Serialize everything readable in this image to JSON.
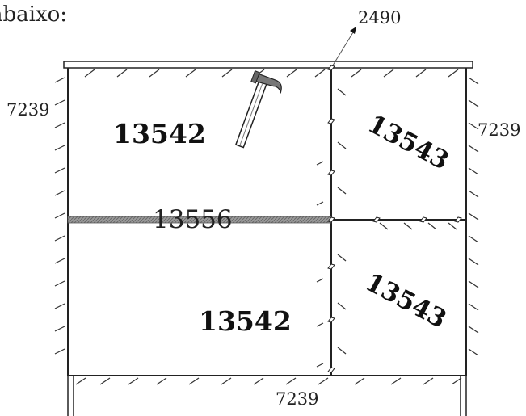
{
  "caption": "abaixo:",
  "labels": {
    "ref_top": "2490",
    "ref_left": "7239",
    "ref_right": "7239",
    "ref_bottom": "7239",
    "panel_top_left": "13542",
    "panel_top_right": "13543",
    "beam_middle": "13556",
    "panel_bottom_left": "13542",
    "panel_bottom_right": "13543"
  },
  "icons": {
    "hammer": "hammer-icon",
    "leader_arrow": "arrow-icon"
  },
  "colors": {
    "line": "#222222",
    "beam": "#8c8c8c",
    "text": "#111111"
  }
}
